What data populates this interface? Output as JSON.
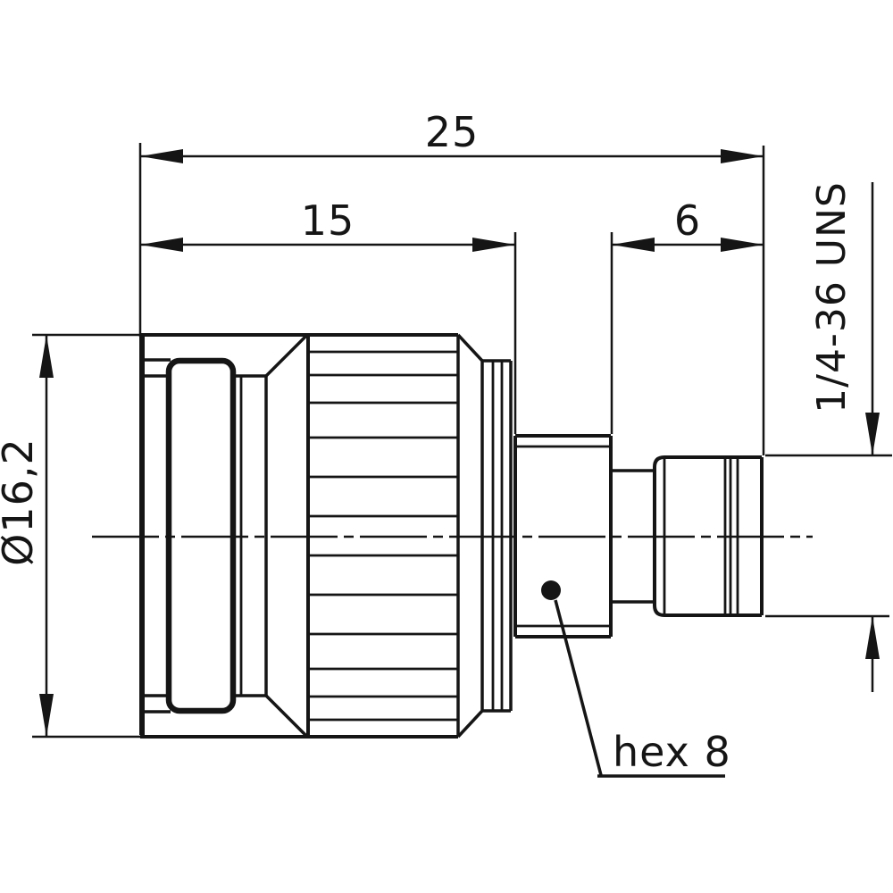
{
  "drawing": {
    "type": "technical-dimension-drawing",
    "subject": "coaxial-connector-adapter-side-view",
    "dimensions": {
      "overall_length": "25",
      "body_length": "15",
      "thread_length": "6",
      "body_diameter": "Ø16,2",
      "thread_spec": "1/4-36 UNS",
      "hex_label": "hex 8"
    },
    "colors": {
      "line": "#151515",
      "background": "#ffffff"
    }
  }
}
